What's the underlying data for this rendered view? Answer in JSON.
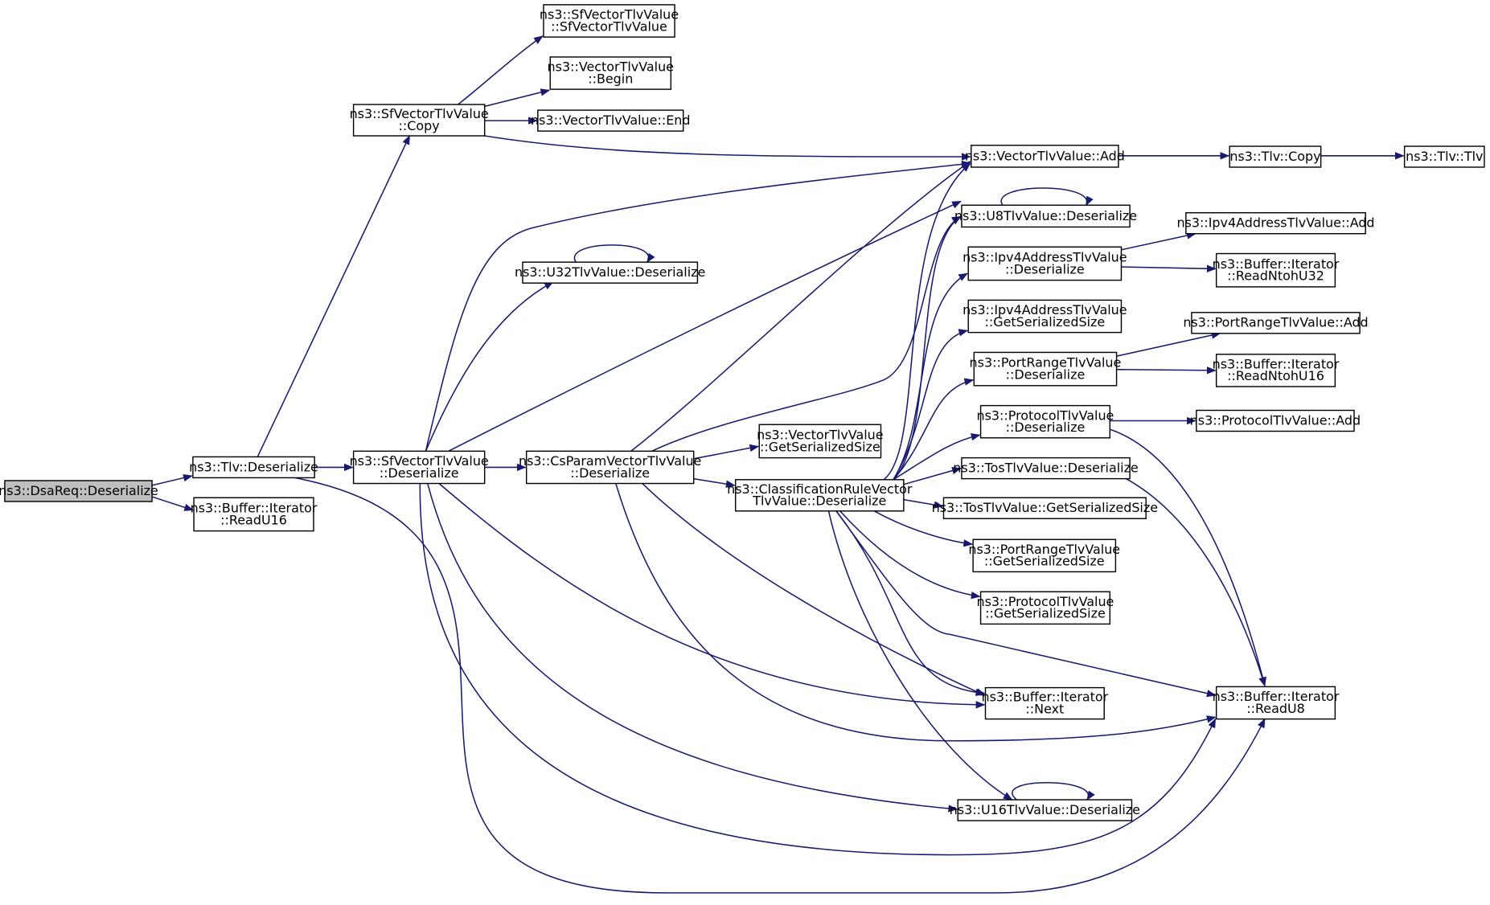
{
  "graph": {
    "nodes": [
      {
        "id": "dsareq_deserialize",
        "lines": [
          "ns3::DsaReq::Deserialize"
        ],
        "root": true
      },
      {
        "id": "tlv_deserialize",
        "lines": [
          "ns3::Tlv::Deserialize"
        ]
      },
      {
        "id": "buffer_iterator_readu16",
        "lines": [
          "ns3::Buffer::Iterator",
          "::ReadU16"
        ]
      },
      {
        "id": "sfvector_copy",
        "lines": [
          "ns3::SfVectorTlvValue",
          "::Copy"
        ]
      },
      {
        "id": "sfvector_deserialize",
        "lines": [
          "ns3::SfVectorTlvValue",
          "::Deserialize"
        ]
      },
      {
        "id": "sfvector_ctor",
        "lines": [
          "ns3::SfVectorTlvValue",
          "::SfVectorTlvValue"
        ]
      },
      {
        "id": "vector_begin",
        "lines": [
          "ns3::VectorTlvValue",
          "::Begin"
        ]
      },
      {
        "id": "vector_end",
        "lines": [
          "ns3::VectorTlvValue::End"
        ]
      },
      {
        "id": "u32_deserialize",
        "lines": [
          "ns3::U32TlvValue::Deserialize"
        ]
      },
      {
        "id": "csparam_deserialize",
        "lines": [
          "ns3::CsParamVectorTlvValue",
          "::Deserialize"
        ]
      },
      {
        "id": "vector_getserializedsize",
        "lines": [
          "ns3::VectorTlvValue",
          "::GetSerializedSize"
        ]
      },
      {
        "id": "classrule_deserialize",
        "lines": [
          "ns3::ClassificationRuleVector",
          "TlvValue::Deserialize"
        ]
      },
      {
        "id": "vector_add",
        "lines": [
          "ns3::VectorTlvValue::Add"
        ]
      },
      {
        "id": "u8_deserialize",
        "lines": [
          "ns3::U8TlvValue::Deserialize"
        ]
      },
      {
        "id": "ipv4_deserialize",
        "lines": [
          "ns3::Ipv4AddressTlvValue",
          "::Deserialize"
        ]
      },
      {
        "id": "ipv4_getserializedsize",
        "lines": [
          "ns3::Ipv4AddressTlvValue",
          "::GetSerializedSize"
        ]
      },
      {
        "id": "portrange_deserialize",
        "lines": [
          "ns3::PortRangeTlvValue",
          "::Deserialize"
        ]
      },
      {
        "id": "protocol_deserialize",
        "lines": [
          "ns3::ProtocolTlvValue",
          "::Deserialize"
        ]
      },
      {
        "id": "tos_deserialize",
        "lines": [
          "ns3::TosTlvValue::Deserialize"
        ]
      },
      {
        "id": "tos_getserializedsize",
        "lines": [
          "ns3::TosTlvValue::GetSerializedSize"
        ]
      },
      {
        "id": "portrange_getserializedsize",
        "lines": [
          "ns3::PortRangeTlvValue",
          "::GetSerializedSize"
        ]
      },
      {
        "id": "protocol_getserializedsize",
        "lines": [
          "ns3::ProtocolTlvValue",
          "::GetSerializedSize"
        ]
      },
      {
        "id": "buffer_iterator_next",
        "lines": [
          "ns3::Buffer::Iterator",
          "::Next"
        ]
      },
      {
        "id": "u16_deserialize",
        "lines": [
          "ns3::U16TlvValue::Deserialize"
        ]
      },
      {
        "id": "tlv_copy",
        "lines": [
          "ns3::Tlv::Copy"
        ]
      },
      {
        "id": "tlv_tlv",
        "lines": [
          "ns3::Tlv::Tlv"
        ]
      },
      {
        "id": "ipv4_add",
        "lines": [
          "ns3::Ipv4AddressTlvValue::Add"
        ]
      },
      {
        "id": "buffer_iterator_readntohu32",
        "lines": [
          "ns3::Buffer::Iterator",
          "::ReadNtohU32"
        ]
      },
      {
        "id": "portrange_add",
        "lines": [
          "ns3::PortRangeTlvValue::Add"
        ]
      },
      {
        "id": "buffer_iterator_readntohu16",
        "lines": [
          "ns3::Buffer::Iterator",
          "::ReadNtohU16"
        ]
      },
      {
        "id": "protocol_add",
        "lines": [
          "ns3::ProtocolTlvValue::Add"
        ]
      },
      {
        "id": "buffer_iterator_readu8",
        "lines": [
          "ns3::Buffer::Iterator",
          "::ReadU8"
        ]
      }
    ],
    "edges": [
      {
        "from": "dsareq_deserialize",
        "to": "tlv_deserialize"
      },
      {
        "from": "dsareq_deserialize",
        "to": "buffer_iterator_readu16"
      },
      {
        "from": "tlv_deserialize",
        "to": "sfvector_copy"
      },
      {
        "from": "tlv_deserialize",
        "to": "sfvector_deserialize"
      },
      {
        "from": "tlv_deserialize",
        "to": "buffer_iterator_readu8"
      },
      {
        "from": "sfvector_copy",
        "to": "sfvector_ctor"
      },
      {
        "from": "sfvector_copy",
        "to": "vector_begin"
      },
      {
        "from": "sfvector_copy",
        "to": "vector_end"
      },
      {
        "from": "sfvector_copy",
        "to": "vector_add"
      },
      {
        "from": "sfvector_deserialize",
        "to": "vector_add"
      },
      {
        "from": "sfvector_deserialize",
        "to": "u8_deserialize"
      },
      {
        "from": "sfvector_deserialize",
        "to": "u32_deserialize"
      },
      {
        "from": "sfvector_deserialize",
        "to": "csparam_deserialize"
      },
      {
        "from": "sfvector_deserialize",
        "to": "buffer_iterator_next"
      },
      {
        "from": "sfvector_deserialize",
        "to": "u16_deserialize"
      },
      {
        "from": "sfvector_deserialize",
        "to": "buffer_iterator_readu8"
      },
      {
        "from": "csparam_deserialize",
        "to": "vector_add"
      },
      {
        "from": "csparam_deserialize",
        "to": "u8_deserialize"
      },
      {
        "from": "csparam_deserialize",
        "to": "vector_getserializedsize"
      },
      {
        "from": "csparam_deserialize",
        "to": "classrule_deserialize"
      },
      {
        "from": "csparam_deserialize",
        "to": "buffer_iterator_next"
      },
      {
        "from": "csparam_deserialize",
        "to": "buffer_iterator_readu8"
      },
      {
        "from": "classrule_deserialize",
        "to": "vector_add"
      },
      {
        "from": "classrule_deserialize",
        "to": "u8_deserialize"
      },
      {
        "from": "classrule_deserialize",
        "to": "ipv4_deserialize"
      },
      {
        "from": "classrule_deserialize",
        "to": "ipv4_getserializedsize"
      },
      {
        "from": "classrule_deserialize",
        "to": "portrange_deserialize"
      },
      {
        "from": "classrule_deserialize",
        "to": "protocol_deserialize"
      },
      {
        "from": "classrule_deserialize",
        "to": "tos_deserialize"
      },
      {
        "from": "classrule_deserialize",
        "to": "tos_getserializedsize"
      },
      {
        "from": "classrule_deserialize",
        "to": "portrange_getserializedsize"
      },
      {
        "from": "classrule_deserialize",
        "to": "protocol_getserializedsize"
      },
      {
        "from": "classrule_deserialize",
        "to": "buffer_iterator_next"
      },
      {
        "from": "classrule_deserialize",
        "to": "buffer_iterator_readu8"
      },
      {
        "from": "classrule_deserialize",
        "to": "u16_deserialize"
      },
      {
        "from": "vector_add",
        "to": "tlv_copy"
      },
      {
        "from": "tlv_copy",
        "to": "tlv_tlv"
      },
      {
        "from": "u8_deserialize",
        "to": "u8_deserialize"
      },
      {
        "from": "u32_deserialize",
        "to": "u32_deserialize"
      },
      {
        "from": "u16_deserialize",
        "to": "u16_deserialize"
      },
      {
        "from": "ipv4_deserialize",
        "to": "ipv4_add"
      },
      {
        "from": "ipv4_deserialize",
        "to": "buffer_iterator_readntohu32"
      },
      {
        "from": "portrange_deserialize",
        "to": "portrange_add"
      },
      {
        "from": "portrange_deserialize",
        "to": "buffer_iterator_readntohu16"
      },
      {
        "from": "protocol_deserialize",
        "to": "protocol_add"
      },
      {
        "from": "protocol_deserialize",
        "to": "buffer_iterator_readu8"
      },
      {
        "from": "tos_deserialize",
        "to": "buffer_iterator_readu8"
      }
    ],
    "colors": {
      "edge": "#191970",
      "root_fill": "#bfbfbf",
      "node_fill": "#ffffff",
      "node_stroke": "#000000"
    }
  }
}
